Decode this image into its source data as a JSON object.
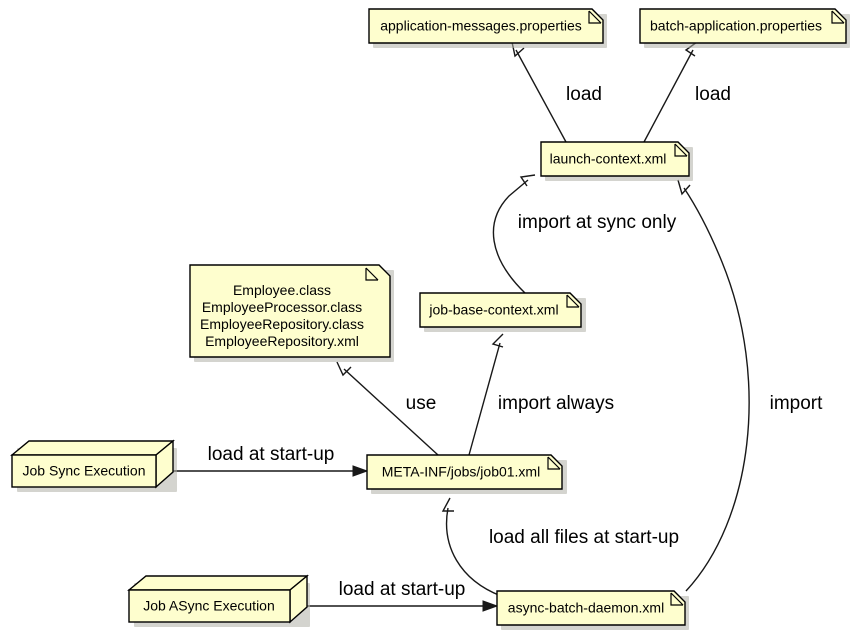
{
  "diagram": {
    "type": "uml-deployment-diagram",
    "background_color": "#FFFFFF",
    "artifact_fill_color": "#FEFECE",
    "artifact_border_color": "#000000",
    "edge_color": "#181818",
    "nodes": [
      {
        "id": "application-messages",
        "kind": "artifact",
        "label": "application-messages.properties"
      },
      {
        "id": "batch-application",
        "kind": "artifact",
        "label": "batch-application.properties"
      },
      {
        "id": "launch-context",
        "kind": "artifact",
        "label": "launch-context.xml"
      },
      {
        "id": "employee-classes",
        "kind": "artifact",
        "label_lines": [
          "Employee.class",
          "EmployeeProcessor.class",
          "EmployeeRepository.class",
          "EmployeeRepository.xml"
        ]
      },
      {
        "id": "job-base-context",
        "kind": "artifact",
        "label": "job-base-context.xml"
      },
      {
        "id": "job01",
        "kind": "artifact",
        "label": "META-INF/jobs/job01.xml"
      },
      {
        "id": "async-batch-daemon",
        "kind": "artifact",
        "label": "async-batch-daemon.xml"
      },
      {
        "id": "job-sync-execution",
        "kind": "node3d",
        "label": "Job Sync Execution"
      },
      {
        "id": "job-async-execution",
        "kind": "node3d",
        "label": "Job ASync Execution"
      }
    ],
    "edges": [
      {
        "id": "e1",
        "from": "launch-context",
        "to": "application-messages",
        "label": "load"
      },
      {
        "id": "e2",
        "from": "launch-context",
        "to": "batch-application",
        "label": "load"
      },
      {
        "id": "e3",
        "from": "job-base-context",
        "to": "launch-context",
        "label": "import at sync only"
      },
      {
        "id": "e4",
        "from": "async-batch-daemon",
        "to": "launch-context",
        "label": "import"
      },
      {
        "id": "e5",
        "from": "job01",
        "to": "employee-classes",
        "label": "use"
      },
      {
        "id": "e6",
        "from": "job01",
        "to": "job-base-context",
        "label": "import always"
      },
      {
        "id": "e7",
        "from": "job-sync-execution",
        "to": "job01",
        "label": "load at start-up"
      },
      {
        "id": "e8",
        "from": "async-batch-daemon",
        "to": "job01",
        "label": "load all files at start-up"
      },
      {
        "id": "e9",
        "from": "job-async-execution",
        "to": "async-batch-daemon",
        "label": "load at start-up"
      }
    ]
  }
}
